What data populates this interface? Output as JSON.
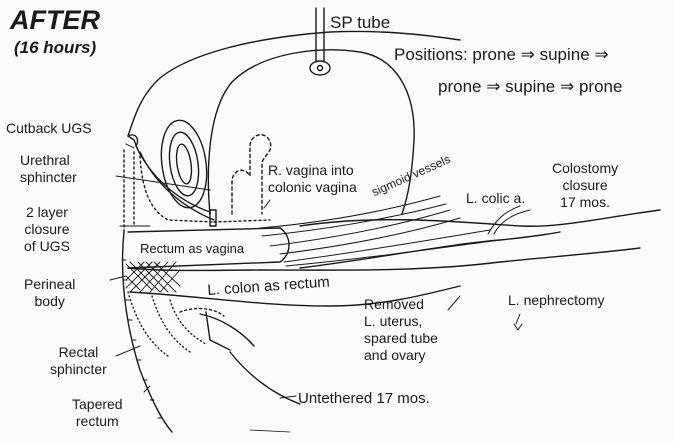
{
  "title": "AFTER",
  "subtitle": "(16 hours)",
  "sp_tube": "SP tube",
  "positions": {
    "line1": "Positions:  prone ⇒ supine ⇒",
    "line2": "prone ⇒ supine ⇒ prone"
  },
  "labels": {
    "cutback_ugs": "Cutback UGS",
    "urethral_sphincter": [
      "Urethral",
      "sphincter"
    ],
    "closure_ugs": [
      "2 layer",
      "closure",
      "of UGS"
    ],
    "perineal_body": [
      "Perineal",
      "body"
    ],
    "rectal_sphincter": [
      "Rectal",
      "sphincter"
    ],
    "tapered_rectum": [
      "Tapered",
      "rectum"
    ],
    "r_vagina": [
      "R. vagina into",
      "colonic vagina"
    ],
    "sigmoid_vessels": "sigmoid vessels",
    "l_colic": "L. colic a.",
    "colostomy_closure": [
      "Colostomy",
      "closure",
      "17 mos."
    ],
    "rectum_as_vagina": "Rectum as vagina",
    "l_colon_as_rectum": "L. colon as rectum",
    "removed_uterus": [
      "Removed",
      "L. uterus,",
      "spared tube",
      "and ovary"
    ],
    "l_nephrectomy": "L. nephrectomy",
    "untethered": "Untethered 17 mos."
  }
}
